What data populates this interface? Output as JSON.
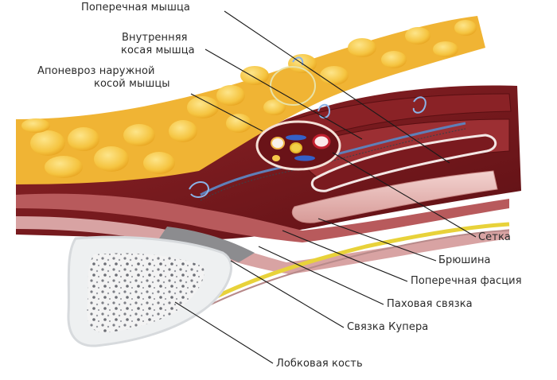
{
  "labels": {
    "transversus_muscle": "Поперечная мышца",
    "internal_oblique_1": "Внутренняя",
    "internal_oblique_2": "косая мышца",
    "external_oblique_aponeurosis_1": "Апоневроз наружной",
    "external_oblique_aponeurosis_2": "косой мышцы",
    "mesh": "Сетка",
    "peritoneum": "Брюшина",
    "transversalis_fascia": "Поперечная фасция",
    "inguinal_ligament": "Паховая связка",
    "cooper_ligament": "Связка Купера",
    "pubic_bone": "Лобковая кость"
  },
  "colors": {
    "fat": "#f2b632",
    "fat_blob": "#f8d25a",
    "muscle_dark": "#7a1a1f",
    "muscle_mid": "#a2393c",
    "peritoneum_pink": "#e9b9b6",
    "bone": "#f1f2f3",
    "ligament_yellow": "#e8d23a",
    "mesh_blue": "#6b8fc9",
    "suture": "#8bb3e8",
    "leader": "#1a1a1a"
  }
}
